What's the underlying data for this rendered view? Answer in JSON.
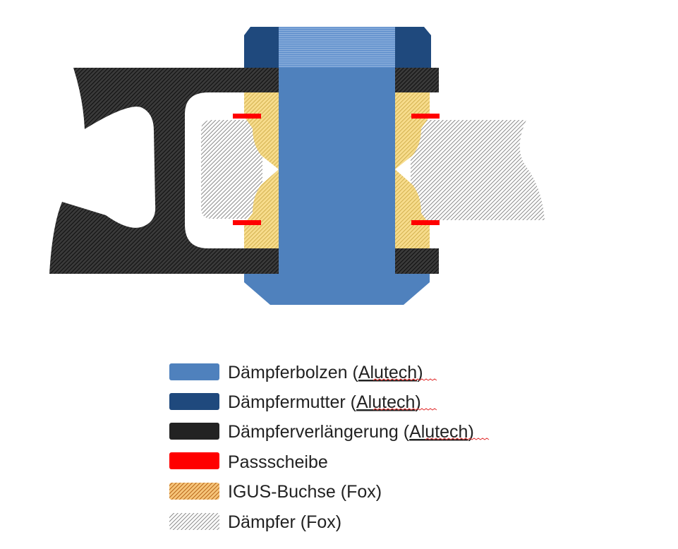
{
  "colors": {
    "bolt": "#4f81bd",
    "nut": "#1f497d",
    "extension": "#222222",
    "shim": "#ff0000",
    "bushing": "#f2c14e",
    "damper": "#b5b5b5"
  },
  "legend": [
    {
      "id": "bolt",
      "prefix": "Dämpferbolzen (",
      "underlined": "Alutech",
      "suffix": ")"
    },
    {
      "id": "nut",
      "prefix": "Dämpfermutter (",
      "underlined": "Alutech",
      "suffix": ")"
    },
    {
      "id": "extension",
      "prefix": "Dämpferverlängerung (",
      "underlined": "Alutech",
      "suffix": ")"
    },
    {
      "id": "shim",
      "prefix": "Passscheibe",
      "underlined": "",
      "suffix": ""
    },
    {
      "id": "bushing",
      "prefix": "IGUS-Buchse (Fox)",
      "underlined": "",
      "suffix": ""
    },
    {
      "id": "damper",
      "prefix": "Dämpfer (Fox)",
      "underlined": "",
      "suffix": ""
    }
  ]
}
